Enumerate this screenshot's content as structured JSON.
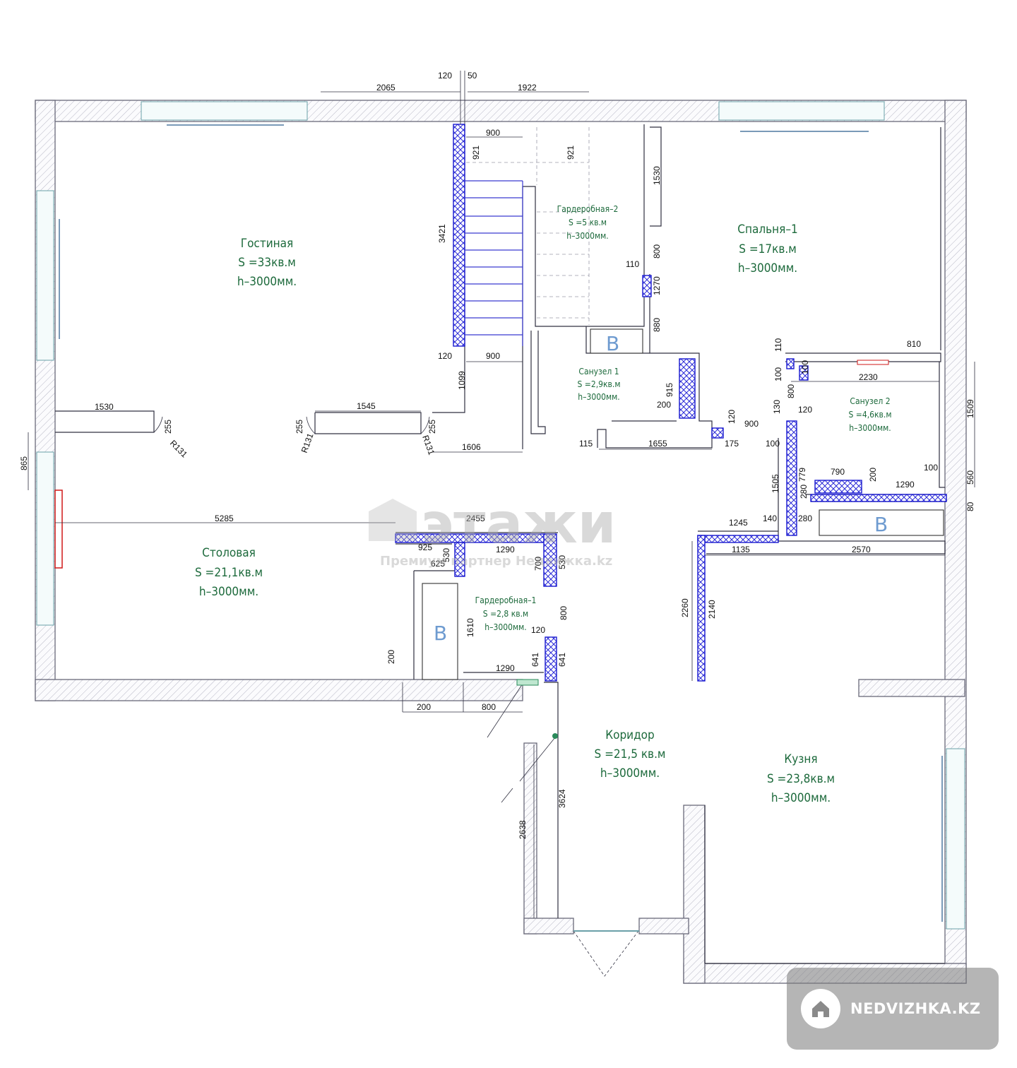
{
  "rooms": {
    "living": {
      "name": "Гостиная",
      "area": "S  =33кв.м",
      "height": "h–3000мм."
    },
    "dining": {
      "name": "Столовая",
      "area": "S  =21,1кв.м",
      "height": "h–3000мм."
    },
    "bedroom": {
      "name": "Спальня–1",
      "area": "S  =17кв.м",
      "height": "h–3000мм."
    },
    "wardrobe2": {
      "name": "Гардеробная–2",
      "area": "S  =5  кв.м",
      "height": "h–3000мм."
    },
    "bath1": {
      "name": "Санузел  1",
      "area": "S  =2,9кв.м",
      "height": "h–3000мм."
    },
    "bath2": {
      "name": "Санузел  2",
      "area": "S  =4,6кв.м",
      "height": "h–3000мм."
    },
    "wardrobe1": {
      "name": "Гардеробная–1",
      "area": "S  =2,8  кв.м",
      "height": "h–3000мм."
    },
    "corridor": {
      "name": "Коридор",
      "area": "S  =21,5  кв.м",
      "height": "h–3000мм."
    },
    "kitchen": {
      "name": "Кузня",
      "area": "S  =23,8кв.м",
      "height": "h–3000мм."
    }
  },
  "fixture_label": "B",
  "dimensions": {
    "d2065": "2065",
    "d120a": "120",
    "d50": "50",
    "d1922": "1922",
    "d900a": "900",
    "d921a": "921",
    "d921b": "921",
    "d1530v": "1530",
    "d3421": "3421",
    "d800a": "800",
    "d110a": "110",
    "d1270": "1270",
    "d880": "880",
    "d120b": "120",
    "d900b": "900",
    "d1099": "1099",
    "d1530": "1530",
    "d1545": "1545",
    "d255a": "255",
    "d255b": "255",
    "d255c": "255",
    "r131a": "R131",
    "r131b": "R131",
    "r131c": "R131",
    "d1606": "1606",
    "d915": "915",
    "d200a": "200",
    "d115": "115",
    "d1655": "1655",
    "d175": "175",
    "d120c": "120",
    "d900c": "900",
    "d110b": "110",
    "d810": "810",
    "d2230": "2230",
    "d100a": "100",
    "d100b": "100",
    "d800b": "800",
    "d130": "130",
    "d120d": "120",
    "d1509": "1509",
    "d100c": "100",
    "d1505": "1505",
    "d779": "779",
    "d280a": "280",
    "d790": "790",
    "d200b": "200",
    "d1290a": "1290",
    "d100d": "100",
    "d560": "560",
    "d80": "80",
    "d865": "865",
    "d5285": "5285",
    "d2455": "2455",
    "d1245": "1245",
    "d140": "140",
    "d280b": "280",
    "d1135": "1135",
    "d2570": "2570",
    "d925": "925",
    "d1290b": "1290",
    "d530": "530",
    "d625": "625",
    "d700": "700",
    "d530b": "530",
    "d1610": "1610",
    "d800c": "800",
    "d120e": "120",
    "d641a": "641",
    "d641b": "641",
    "d1290c": "1290",
    "d200c": "200",
    "d200d": "200",
    "d800d": "800",
    "d2260": "2260",
    "d2140": "2140",
    "d3624": "3624",
    "d2638": "2638"
  },
  "watermark": {
    "logo": "этажи",
    "caption": "Премиум партнер Недвижка.kz"
  },
  "badge": {
    "text": "NEDVIZHKA.KZ",
    "icon": "house-icon"
  }
}
